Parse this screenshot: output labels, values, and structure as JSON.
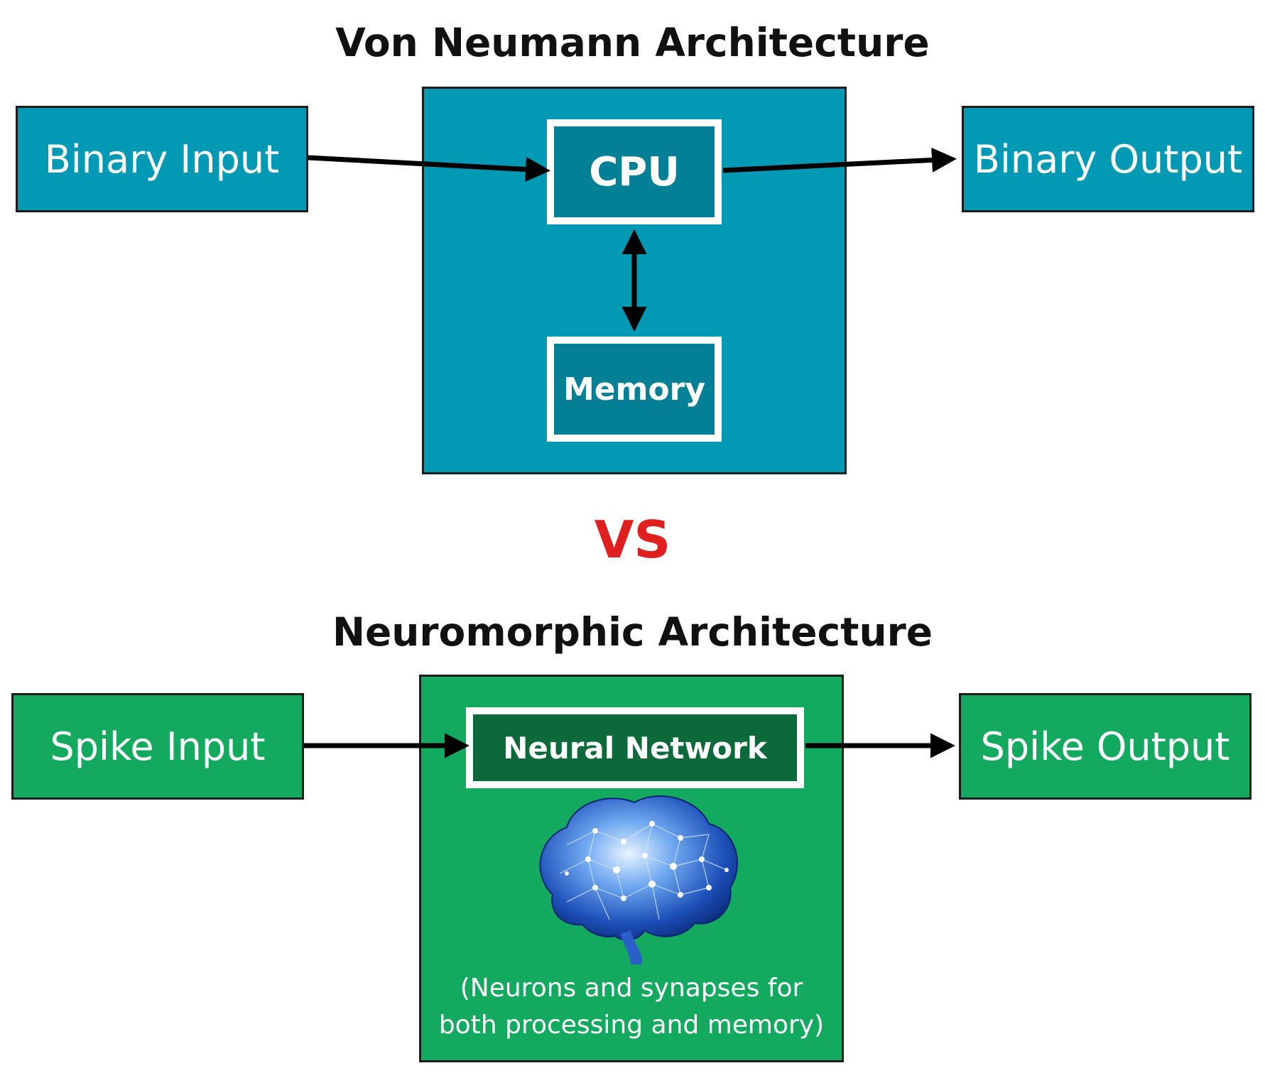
{
  "von_neumann": {
    "title": "Von Neumann Architecture",
    "input_label": "Binary Input",
    "cpu_label": "CPU",
    "memory_label": "Memory",
    "output_label": "Binary Output"
  },
  "vs_label": "VS",
  "neuromorphic": {
    "title": "Neuromorphic Architecture",
    "input_label": "Spike Input",
    "network_label": "Neural Network",
    "output_label": "Spike Output",
    "caption_line1": "(Neurons and synapses for",
    "caption_line2": "both processing and memory)",
    "brain_icon": "brain-icon"
  },
  "colors": {
    "teal": "#0299b4",
    "teal_dark": "#037f96",
    "green": "#13aa5f",
    "green_dark": "#0c6a3a",
    "vs_red": "#e01f1f"
  }
}
